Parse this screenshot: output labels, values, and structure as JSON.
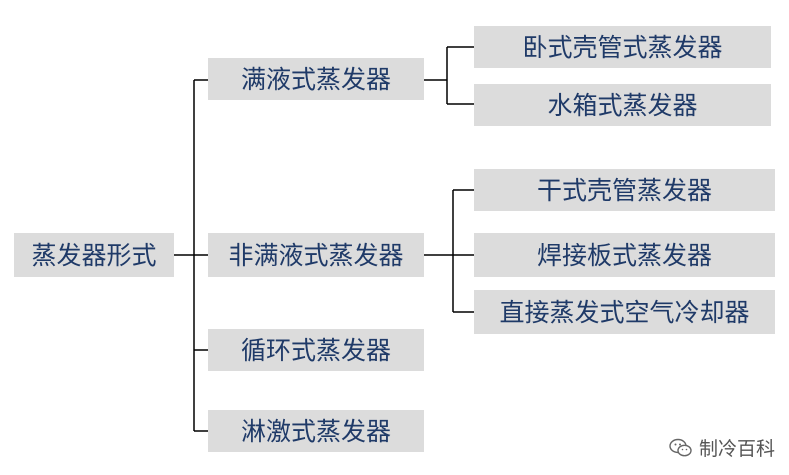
{
  "root": {
    "label": "蒸发器形式"
  },
  "branches": [
    {
      "label": "满液式蒸发器",
      "children": [
        "卧式壳管式蒸发器",
        "水箱式蒸发器"
      ]
    },
    {
      "label": "非满液式蒸发器",
      "children": [
        "干式壳管蒸发器",
        "焊接板式蒸发器",
        "直接蒸发式空气冷却器"
      ]
    },
    {
      "label": "循环式蒸发器",
      "children": []
    },
    {
      "label": "淋激式蒸发器",
      "children": []
    }
  ],
  "watermark": {
    "text": "制冷百科",
    "icon": "wechat-icon"
  },
  "colors": {
    "box_fill": "#dcdcdc",
    "text": "#1f3a68",
    "line": "#000000"
  }
}
